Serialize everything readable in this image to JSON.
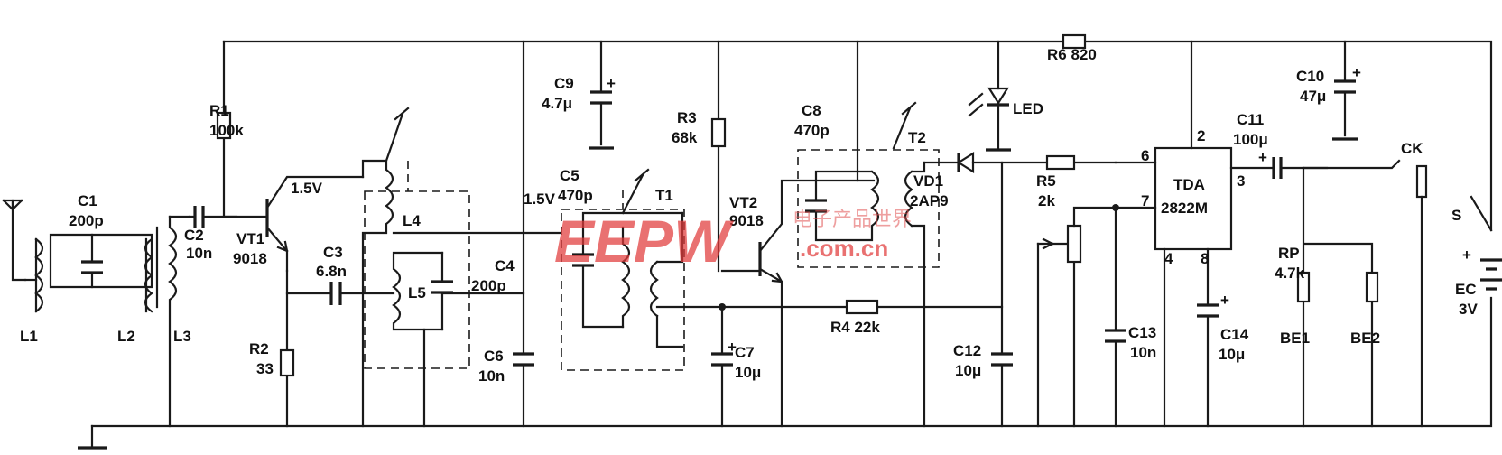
{
  "diagram": {
    "components": {
      "C1": [
        "C1",
        "200p"
      ],
      "C2": [
        "C2",
        "10n"
      ],
      "C3": [
        "C3",
        "6.8n"
      ],
      "C4": [
        "C4",
        "200p"
      ],
      "C5": [
        "C5",
        "470p"
      ],
      "C6": [
        "C6",
        "10n"
      ],
      "C7": [
        "C7",
        "10μ"
      ],
      "C8": [
        "C8",
        "470p"
      ],
      "C9": [
        "C9",
        "4.7μ"
      ],
      "C10": [
        "C10",
        "47μ"
      ],
      "C11": [
        "C11",
        "100μ"
      ],
      "C12": [
        "C12",
        "10μ"
      ],
      "C13": [
        "C13",
        "10n"
      ],
      "C14": [
        "C14",
        "10μ"
      ],
      "R1": [
        "R1",
        "100k"
      ],
      "R2": [
        "R2",
        "33"
      ],
      "R3": [
        "R3",
        "68k"
      ],
      "R4": "R4 22k",
      "R5": [
        "R5",
        "2k"
      ],
      "R6": "R6 820",
      "RP": [
        "RP",
        "4.7k"
      ],
      "VT1": [
        "VT1",
        "9018"
      ],
      "VT2": [
        "VT2",
        "9018"
      ],
      "VD1": [
        "VD1",
        "2AP9"
      ],
      "IC": [
        "TDA",
        "2822M"
      ],
      "EC": [
        "EC",
        "3V"
      ],
      "L1": "L1",
      "L2": "L2",
      "L3": "L3",
      "L4": "L4",
      "L5": "L5",
      "T1": "T1",
      "T2": "T2",
      "LED": "LED",
      "CK": "CK",
      "S": "S",
      "BE1": "BE1",
      "BE2": "BE2"
    },
    "voltages": [
      "1.5V",
      "1.5V"
    ],
    "pins": {
      "p2": "2",
      "p3": "3",
      "p4": "4",
      "p6": "6",
      "p7": "7",
      "p8": "8"
    },
    "polarity": "+"
  },
  "watermark": {
    "logo": "EEPW",
    "url": ".com.cn",
    "cn": "电子产品世界"
  },
  "colors": {
    "line": "#1a1a1a",
    "watermark": "#e03a3a"
  }
}
